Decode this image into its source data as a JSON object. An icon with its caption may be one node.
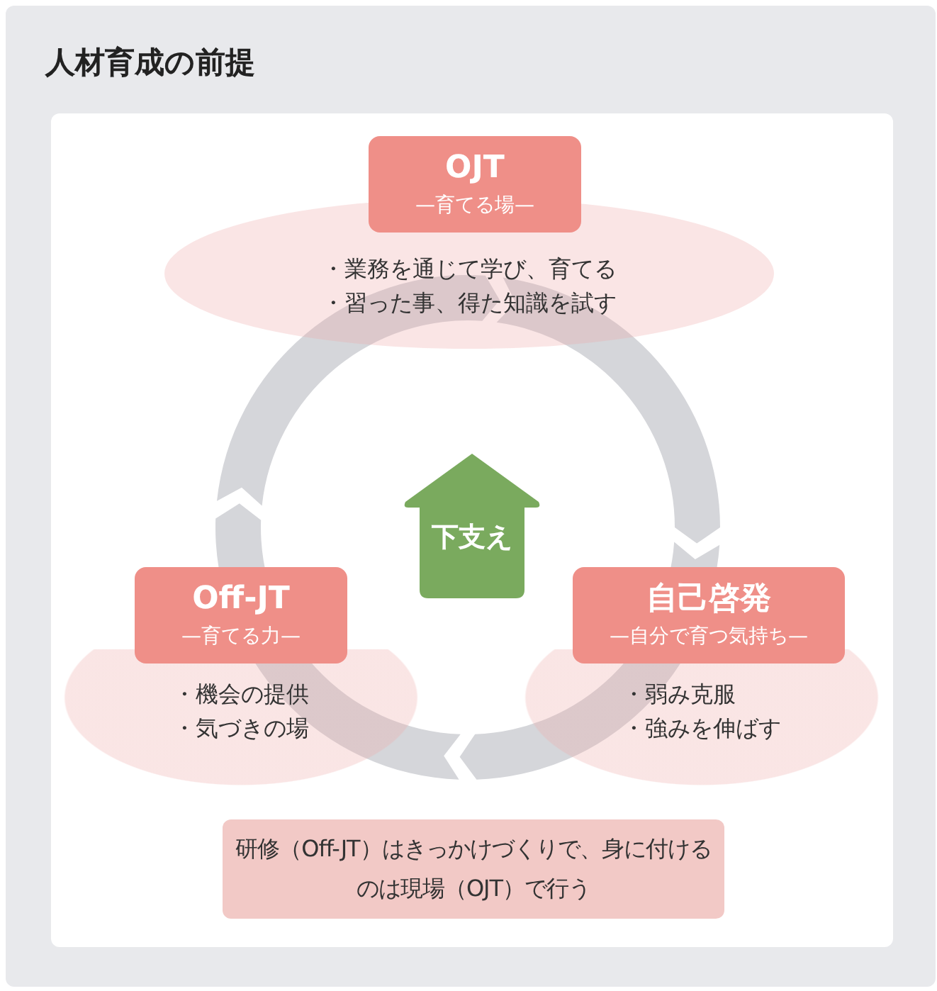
{
  "diagram": {
    "title": "人材育成の前提",
    "nodes": [
      {
        "text": [
          "OJT",
          "—育てる場—"
        ]
      },
      {
        "text": [
          "・業務を通じて学び、育てる",
          "・習った事、得た知識を試す"
        ]
      },
      {
        "text": [
          "下支え"
        ]
      },
      {
        "text": [
          "Off-JT",
          "—育てる力—"
        ]
      },
      {
        "text": [
          "・機会の提供",
          "・気づきの場"
        ]
      },
      {
        "text": [
          "自己啓発",
          "—自分で育つ気持ち—"
        ]
      },
      {
        "text": [
          "・弱み克服",
          "・強みを伸ばす"
        ]
      },
      {
        "text": [
          "研修（Off-JT）はきっかけづくりで、身に付けるのは現場（OJT）で行う"
        ]
      }
    ],
    "edges": []
  }
}
